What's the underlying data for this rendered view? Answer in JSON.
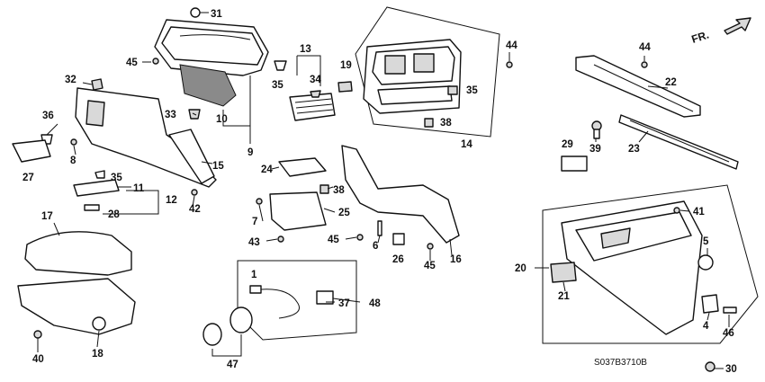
{
  "diagram_code": "S037B3710B",
  "direction_label": "FR.",
  "callouts": {
    "c1": "1",
    "c4": "4",
    "c5": "5",
    "c6": "6",
    "c7": "7",
    "c8": "8",
    "c9": "9",
    "c10": "10",
    "c11": "11",
    "c12": "12",
    "c13": "13",
    "c14": "14",
    "c15": "15",
    "c16": "16",
    "c17": "17",
    "c18": "18",
    "c19": "19",
    "c20": "20",
    "c21": "21",
    "c22": "22",
    "c23": "23",
    "c24": "24",
    "c25": "25",
    "c26": "26",
    "c27": "27",
    "c28": "28",
    "c29": "29",
    "c30": "30",
    "c31": "31",
    "c32": "32",
    "c33": "33",
    "c34": "34",
    "c35": "35",
    "c36": "36",
    "c37": "37",
    "c38": "38",
    "c39": "39",
    "c40": "40",
    "c41": "41",
    "c42": "42",
    "c43": "43",
    "c44": "44",
    "c45": "45",
    "c46": "46",
    "c47": "47",
    "c48": "48"
  },
  "colors": {
    "line": "#111111",
    "background": "#ffffff",
    "shade": "#d9d9d9"
  }
}
